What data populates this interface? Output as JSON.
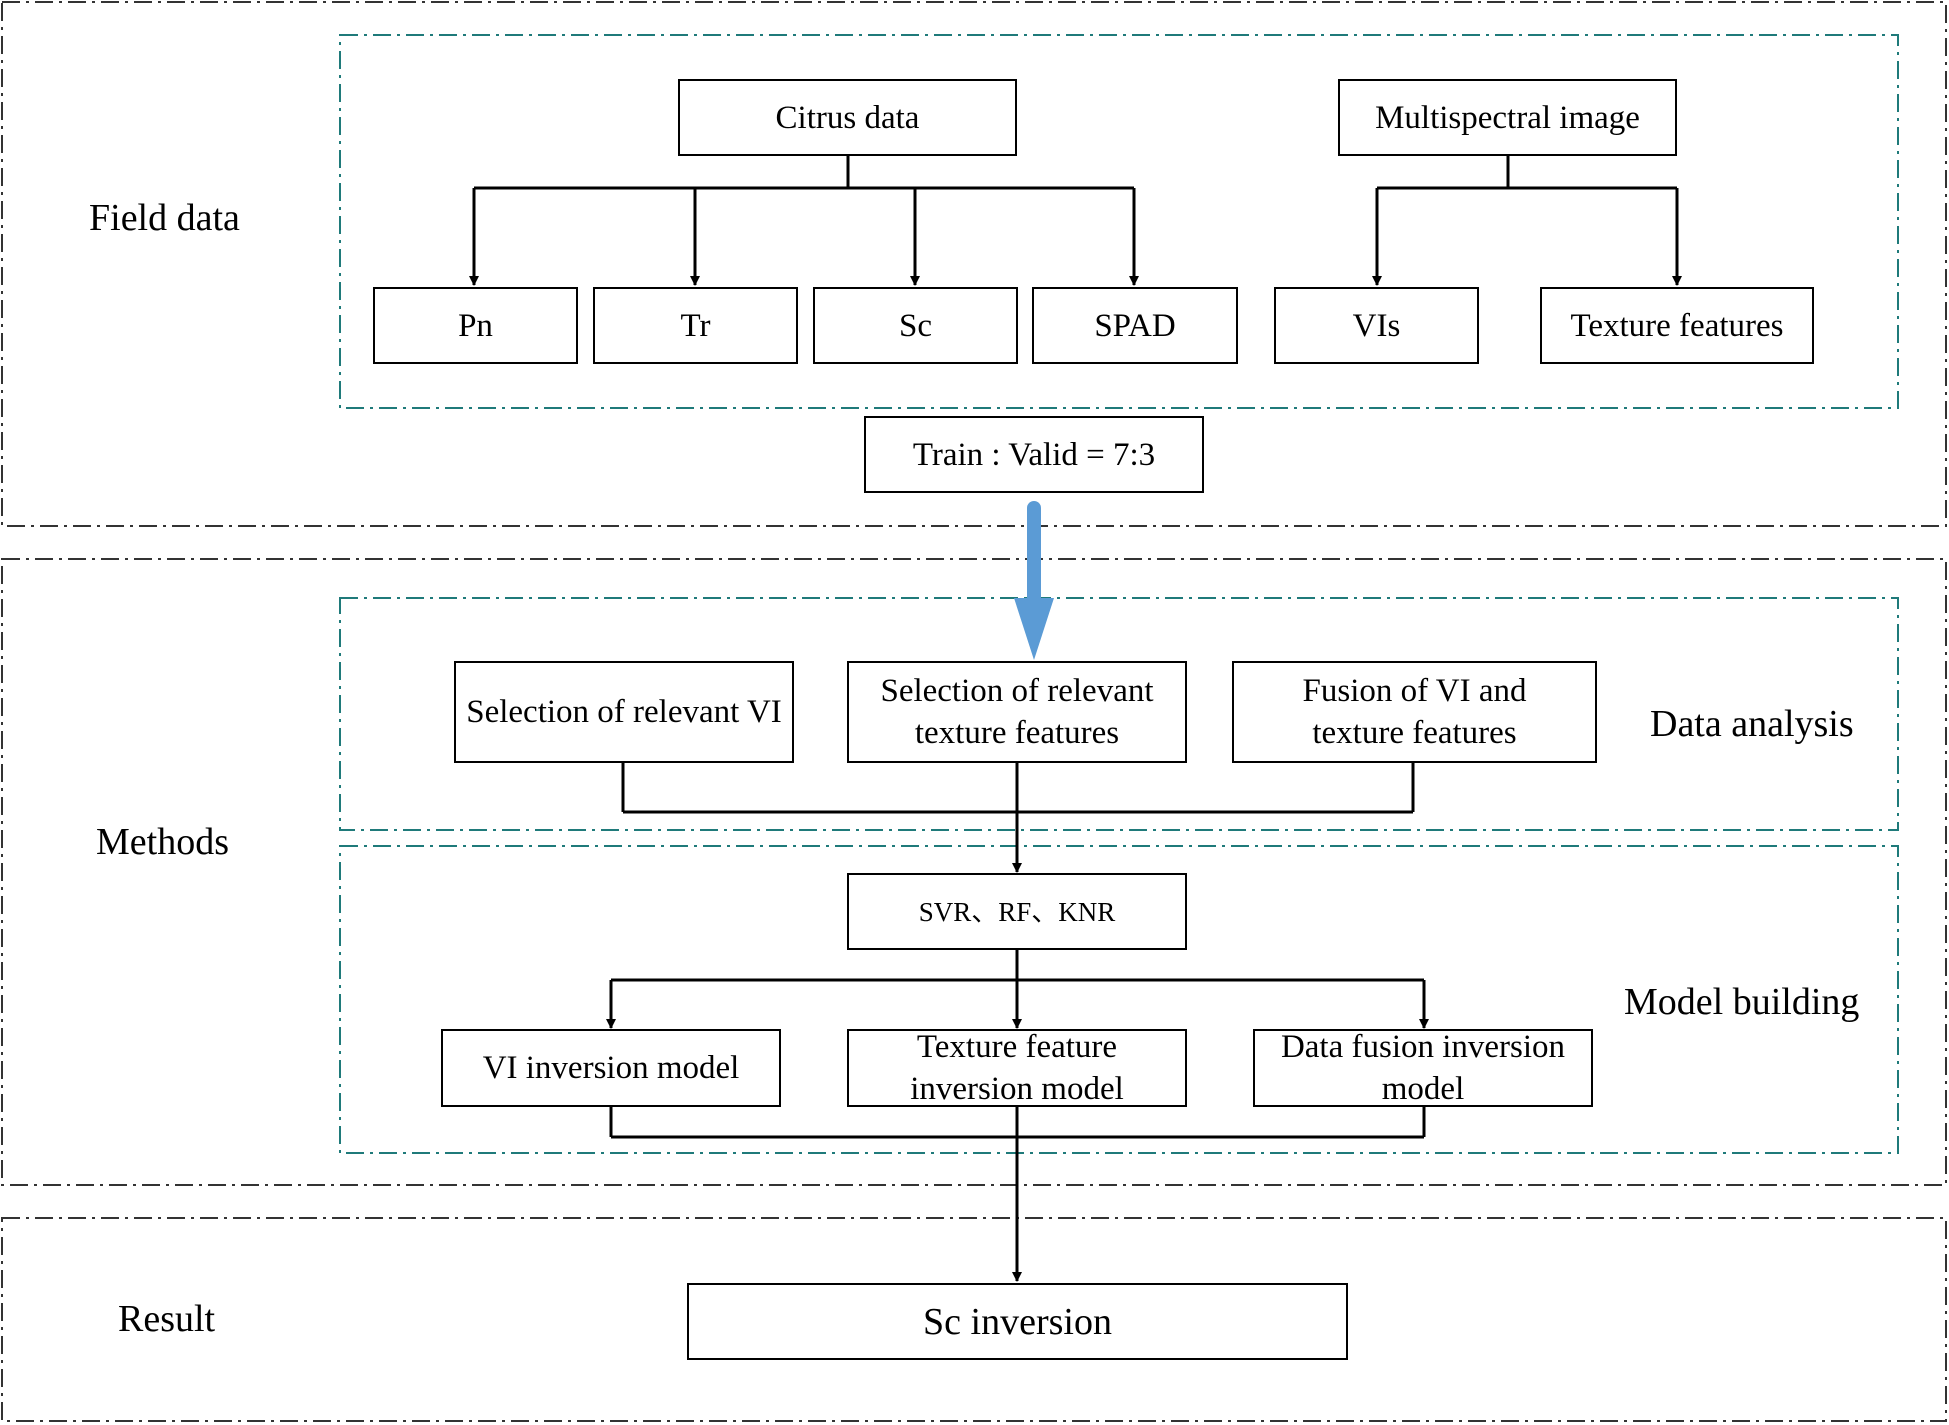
{
  "sections": {
    "field_data": "Field data",
    "methods": "Methods",
    "result": "Result",
    "data_analysis": "Data analysis",
    "model_building": "Model building"
  },
  "nodes": {
    "citrus_data": "Citrus data",
    "multispectral_image": "Multispectral image",
    "pn": "Pn",
    "tr": "Tr",
    "sc": "Sc",
    "spad": "SPAD",
    "vis": "VIs",
    "texture_features": "Texture features",
    "train_valid": "Train : Valid = 7:3",
    "selection_vi": "Selection of relevant VI",
    "selection_texture": "Selection of relevant texture features",
    "fusion": "Fusion of VI and texture features",
    "algorithms": "SVR、RF、KNR",
    "vi_model": "VI inversion model",
    "texture_model": "Texture feature inversion model",
    "fusion_model": "Data fusion inversion model",
    "sc_inversion": "Sc inversion"
  },
  "colors": {
    "outer_border": "#333333",
    "inner_border": "#1f7a7a",
    "arrow_blue": "#5b9bd5"
  }
}
